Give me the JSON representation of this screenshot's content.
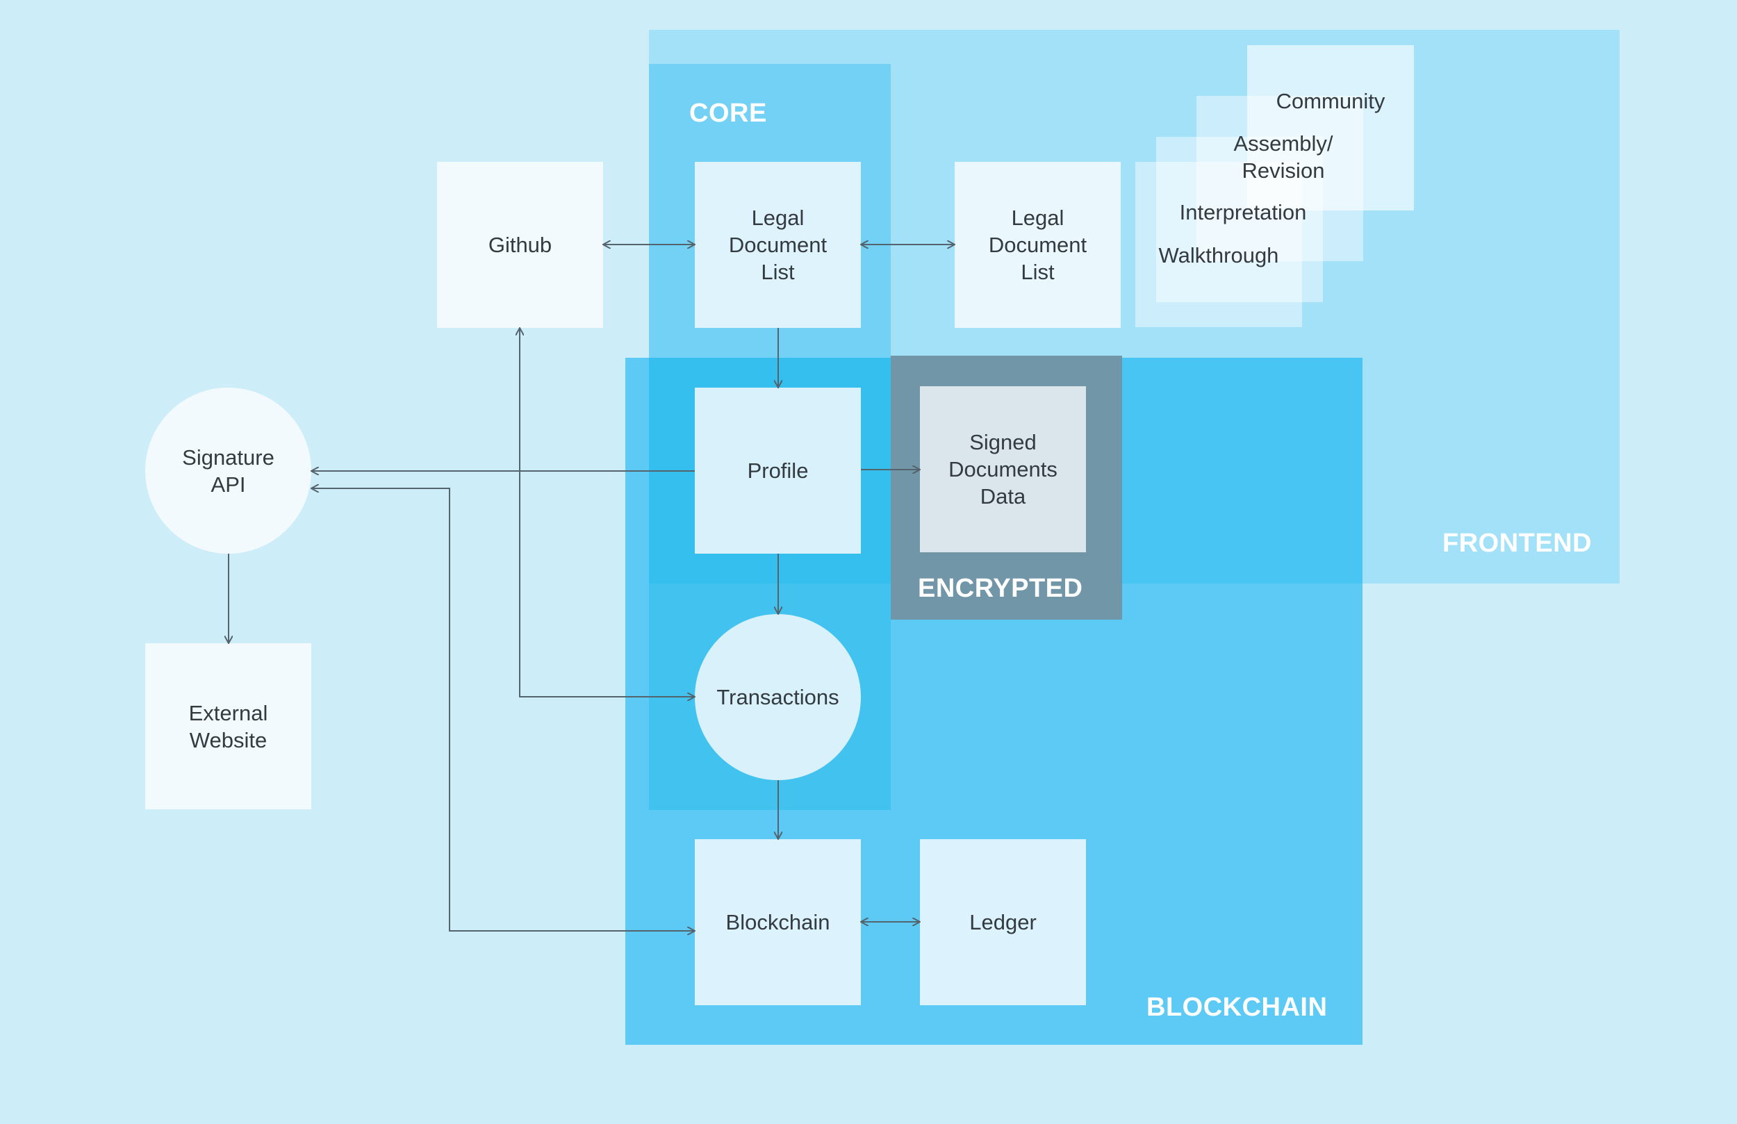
{
  "colors": {
    "background": "#cdeef9",
    "frontend": "#a3e1f9",
    "core": "#72d1f5",
    "blockchain": "#5ccaf4",
    "overlap_strong": "#34bfee",
    "core_blockchain": "#42c3ef",
    "encrypted": "#7096a8",
    "node_light": "#f3fafd",
    "node_core": "#dff3fc",
    "node_encrypted": "#dae6ec",
    "connector": "#55636c"
  },
  "regions": {
    "core": "CORE",
    "frontend": "FRONTEND",
    "blockchain": "BLOCKCHAIN",
    "encrypted": "ENCRYPTED"
  },
  "nodes": {
    "github": "Github",
    "legal_list_core": "Legal\nDocument\nList",
    "legal_list_frontend": "Legal\nDocument\nList",
    "profile": "Profile",
    "signed_data": "Signed\nDocuments\nData",
    "signature_api": "Signature\nAPI",
    "external_website": "External\nWebsite",
    "transactions": "Transactions",
    "blockchain": "Blockchain",
    "ledger": "Ledger"
  },
  "stack": {
    "community": "Community",
    "assembly": "Assembly/\nRevision",
    "interpretation": "Interpretation",
    "walkthrough": "Walkthrough"
  }
}
